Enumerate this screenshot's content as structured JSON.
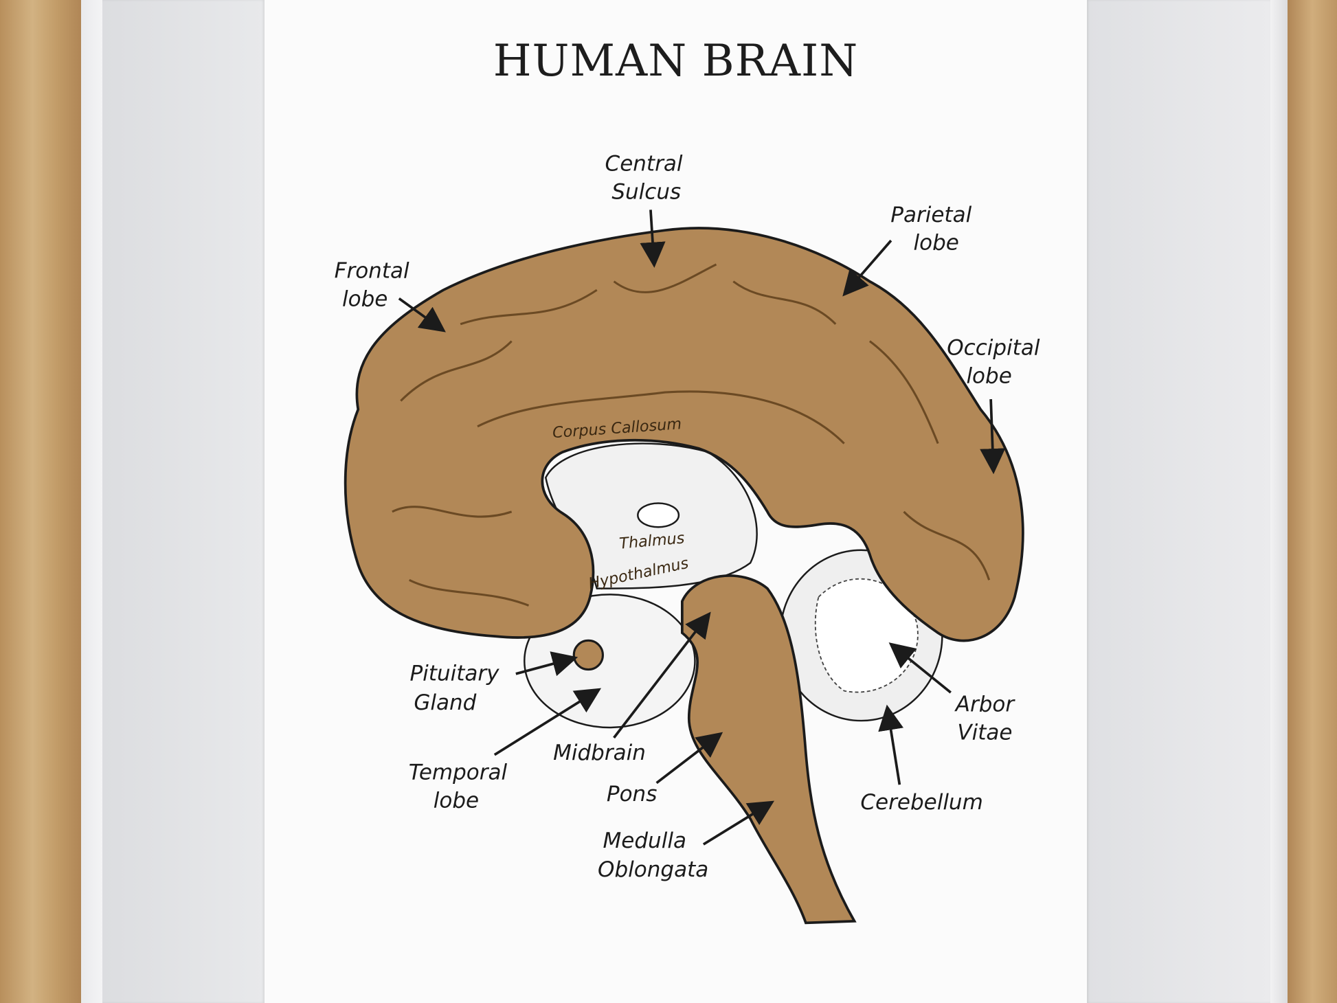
{
  "title": "HUMAN BRAIN",
  "colors": {
    "brain_fill": "#b28857",
    "outline": "#1b1b1b",
    "paper": "#fbfbfb",
    "mat": "#e4e5e7",
    "wood": "#c9a97a"
  },
  "labels": {
    "central_sulcus": [
      "Central",
      "Sulcus"
    ],
    "parietal_lobe": [
      "Parietal",
      "lobe"
    ],
    "frontal_lobe": [
      "Frontal",
      "lobe"
    ],
    "occipital_lobe": [
      "Occipital",
      "lobe"
    ],
    "corpus_callosum": "Corpus Callosum",
    "thalmus": "Thalmus",
    "hypothalmus": "Hypothalmus",
    "pituitary_gland": [
      "Pituitary",
      "Gland"
    ],
    "temporal_lobe": [
      "Temporal",
      "lobe"
    ],
    "midbrain": "Midbrain",
    "pons": "Pons",
    "medulla_oblongata": [
      "Medulla",
      "Oblongata"
    ],
    "arbor_vitae": [
      "Arbor",
      "Vitae"
    ],
    "cerebellum": "Cerebellum"
  }
}
